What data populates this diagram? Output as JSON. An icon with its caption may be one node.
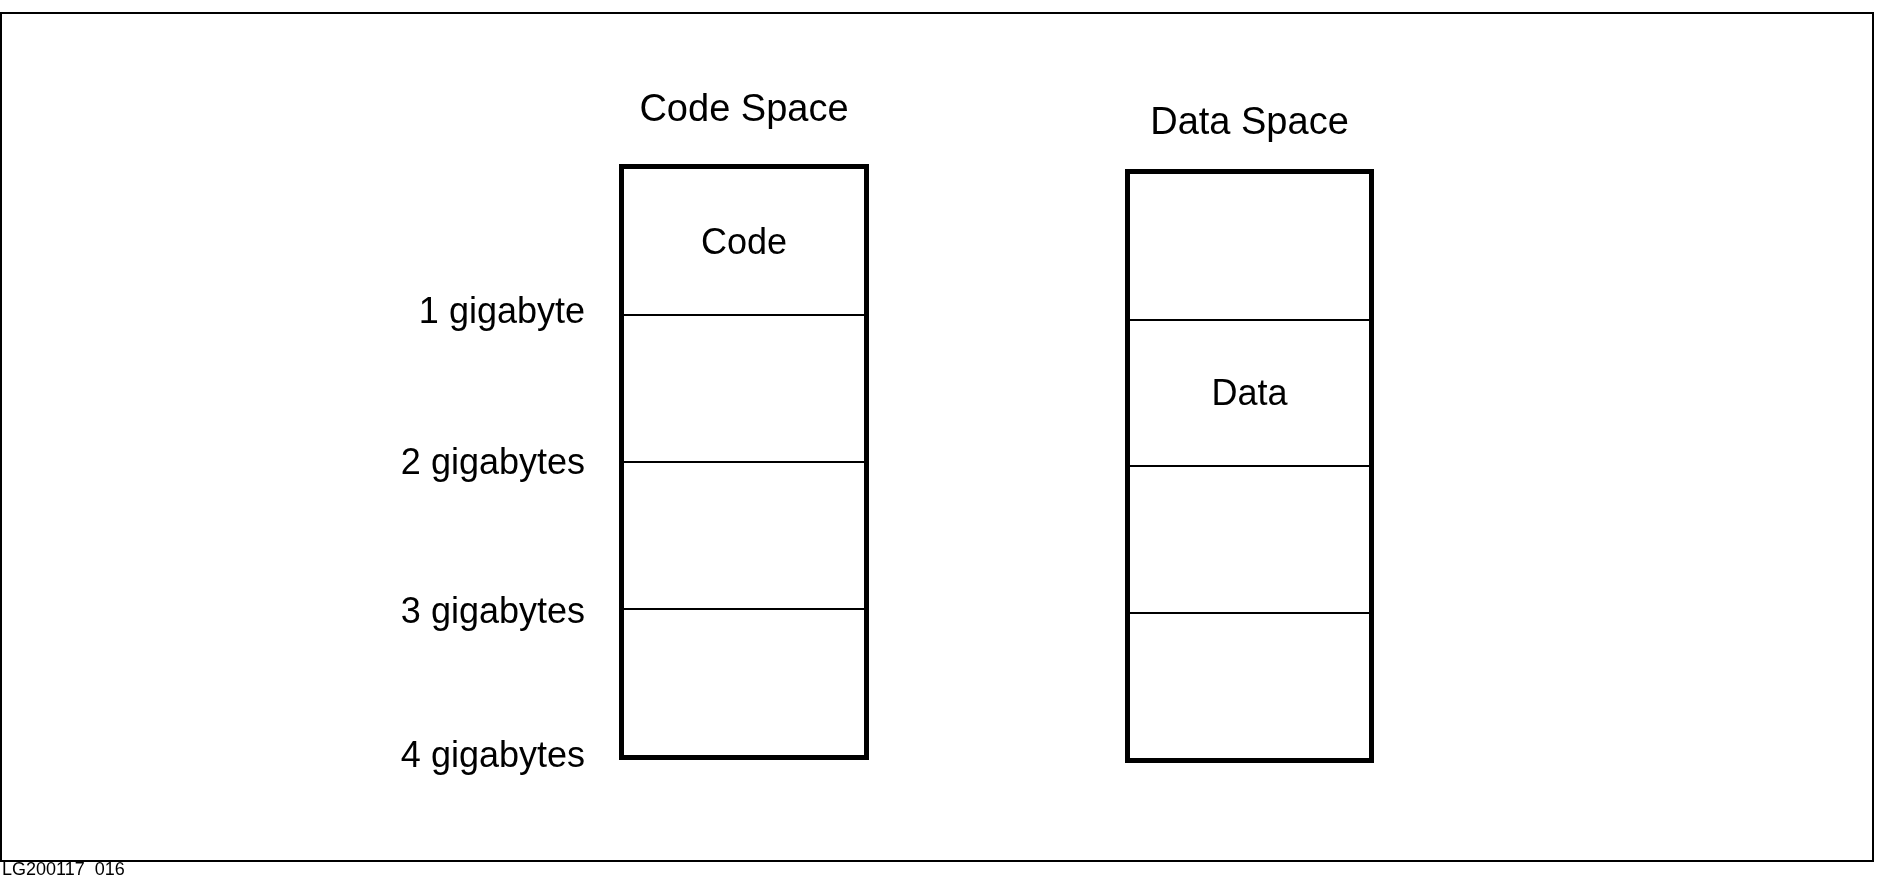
{
  "diagram": {
    "nodes": [
      {
        "text": [
          "Code Space",
          "Code"
        ]
      },
      {
        "text": [
          "Data Space",
          "Data"
        ]
      }
    ],
    "labels": [
      "1 gigabyte",
      "2 gigabytes",
      "3 gigabytes",
      "4 gigabytes",
      "LG200117_016"
    ]
  }
}
